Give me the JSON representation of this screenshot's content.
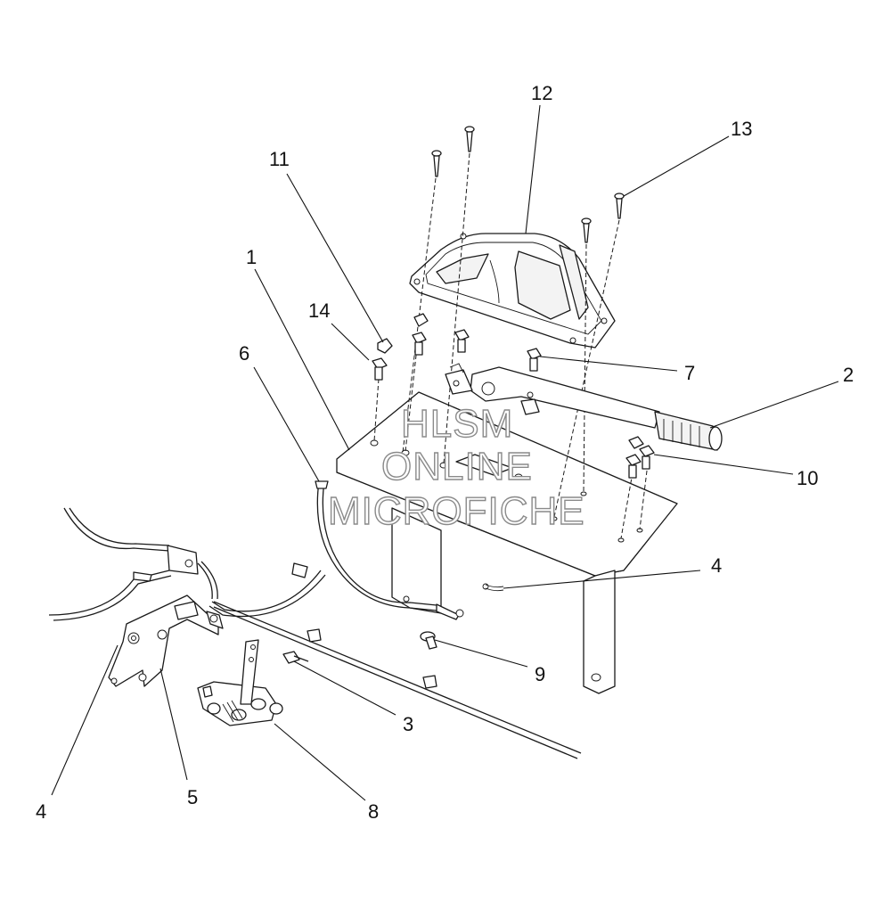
{
  "watermark": {
    "line1": "HLSM",
    "line2": "ONLINE",
    "line3": "MICROFICHE"
  },
  "callouts": {
    "c1": "1",
    "c2": "2",
    "c3": "3",
    "c4a": "4",
    "c4b": "4",
    "c5": "5",
    "c6": "6",
    "c7": "7",
    "c8": "8",
    "c9": "9",
    "c10": "10",
    "c11": "11",
    "c12": "12",
    "c13": "13",
    "c14": "14"
  }
}
